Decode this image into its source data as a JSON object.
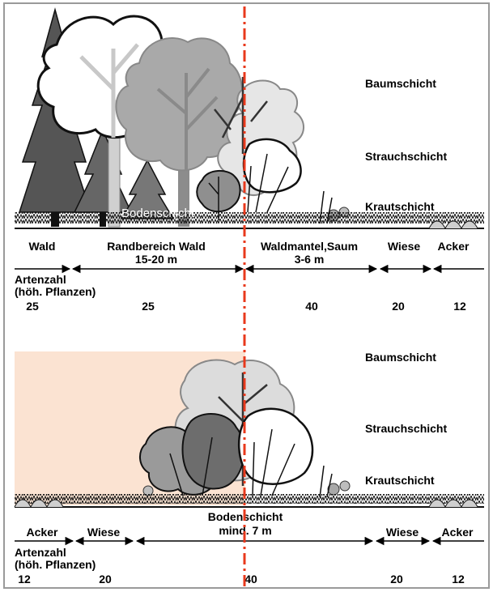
{
  "top": {
    "layers": {
      "baum": "Baumschicht",
      "strauch": "Strauchschicht",
      "kraut": "Krautschicht",
      "boden": "Bodenschicht"
    },
    "zones": [
      {
        "name": "Wald",
        "width": ""
      },
      {
        "name": "Randbereich Wald",
        "width": "15-20 m"
      },
      {
        "name": "Waldmantel,Saum",
        "width": "3-6 m"
      },
      {
        "name": "Wiese",
        "width": ""
      },
      {
        "name": "Acker",
        "width": ""
      }
    ],
    "species_label": [
      "Artenzahl",
      "(höh. Pflanzen)"
    ],
    "species": [
      "25",
      "25",
      "40",
      "20",
      "12"
    ]
  },
  "bottom": {
    "layers": {
      "baum": "Baumschicht",
      "strauch": "Strauchschicht",
      "kraut": "Krautschicht",
      "boden": "Bodenschicht"
    },
    "zones": [
      {
        "name": "Acker",
        "width": ""
      },
      {
        "name": "Wiese",
        "width": ""
      },
      {
        "name": "",
        "width": "mind. 7 m"
      },
      {
        "name": "Wiese",
        "width": ""
      },
      {
        "name": "Acker",
        "width": ""
      }
    ],
    "species_label": [
      "Artenzahl",
      "(höh. Pflanzen)"
    ],
    "species": [
      "12",
      "20",
      "40",
      "20",
      "12"
    ]
  },
  "colors": {
    "divider": "#e8391c",
    "field_tint": "#fbe3d2",
    "tree_dark": "#5e5e5e",
    "tree_mid": "#9d9d9d",
    "tree_light": "#c8c8c8"
  }
}
